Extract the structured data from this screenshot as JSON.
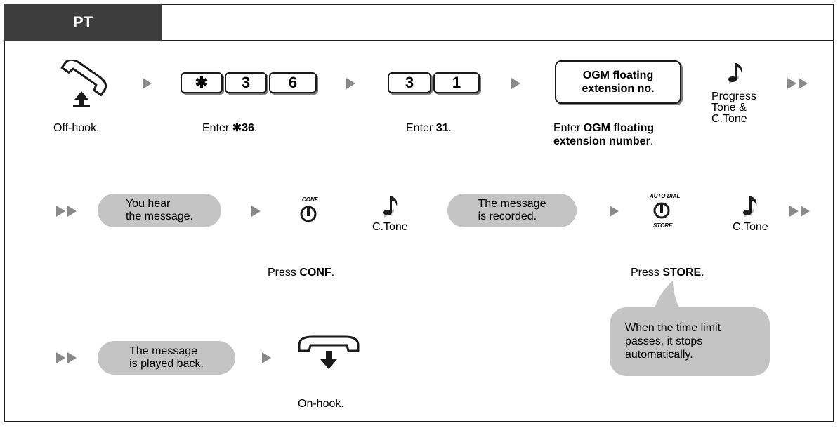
{
  "header": {
    "tab_label": "PT"
  },
  "row1": {
    "keys_36": [
      "✱",
      "3",
      "6"
    ],
    "keys_31": [
      "3",
      "1"
    ],
    "ogm_box": "OGM floating\nextension no.",
    "tone_label": "Progress\nTone &\nC.Tone",
    "label_offhook": "Off-hook.",
    "label_enter36_prefix": "Enter ",
    "label_enter36_bold": "✱36",
    "label_enter36_suffix": ".",
    "label_enter31_prefix": "Enter ",
    "label_enter31_bold": "31",
    "label_enter31_suffix": ".",
    "label_ogm_prefix": "Enter ",
    "label_ogm_bold1": "OGM floating",
    "label_ogm_bold2": "extension number",
    "label_ogm_suffix": "."
  },
  "row2": {
    "bubble_hear": "You hear\nthe message.",
    "conf_button_label": "CONF",
    "tone1_label": "C.Tone",
    "bubble_recorded": "The message\nis recorded.",
    "autodial_top": "AUTO DIAL",
    "autodial_bottom": "STORE",
    "tone2_label": "C.Tone",
    "label_press_conf_prefix": "Press ",
    "label_press_conf_bold": "CONF",
    "label_press_conf_suffix": ".",
    "label_press_store_prefix": "Press ",
    "label_press_store_bold": "STORE",
    "label_press_store_suffix": "."
  },
  "row3": {
    "bubble_played": "The message\nis played back.",
    "label_onhook": "On-hook.",
    "callout_text": "When the time limit\npasses, it stops\nautomatically."
  },
  "colors": {
    "tab_bg": "#3d3d3d",
    "bubble_bg": "#c4c4c4",
    "arrow": "#8a8a8a"
  },
  "icons": [
    "offhook-handset-icon",
    "music-note-icon",
    "conf-button-icon",
    "autodial-store-button-icon",
    "onhook-handset-icon"
  ]
}
